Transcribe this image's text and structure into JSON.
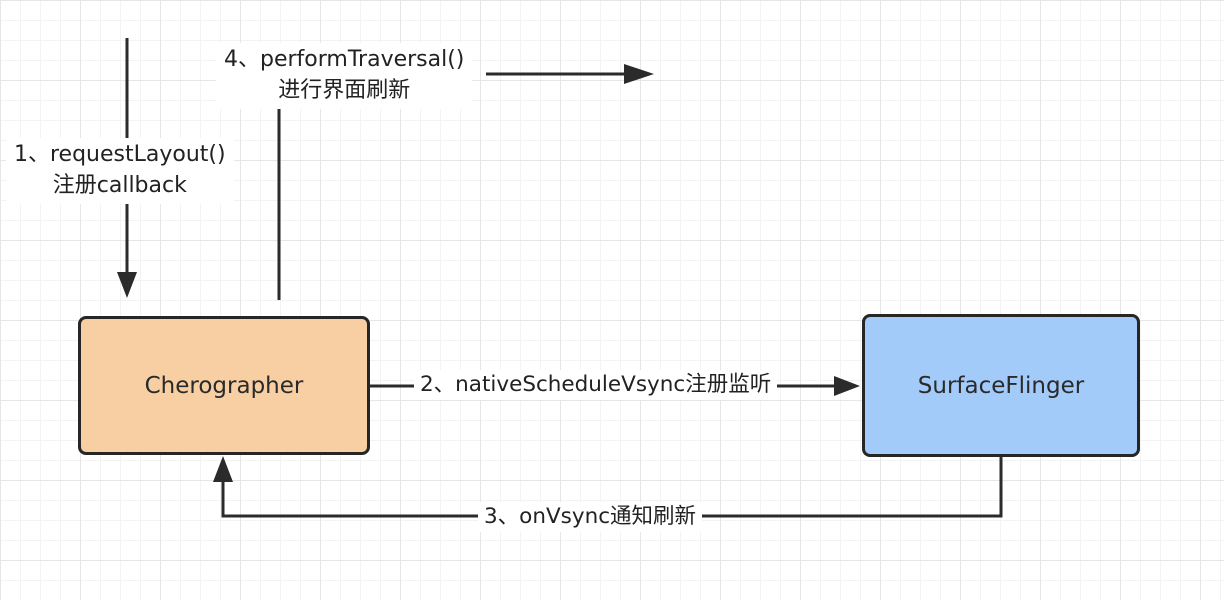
{
  "nodes": {
    "cherographer": {
      "label": "Cherographer",
      "fill": "#f7cfa3"
    },
    "surfaceflinger": {
      "label": "SurfaceFlinger",
      "fill": "#a3cbf9"
    }
  },
  "edges": {
    "step1": {
      "line1": "1、requestLayout()",
      "line2": "注册callback"
    },
    "step2": {
      "label": "2、nativeScheduleVsync注册监听"
    },
    "step3": {
      "label": "3、onVsync通知刷新"
    },
    "step4": {
      "line1": "4、performTraversal()",
      "line2": "进行界面刷新"
    }
  },
  "style": {
    "stroke_color": "#2b2b2b",
    "grid": true
  }
}
